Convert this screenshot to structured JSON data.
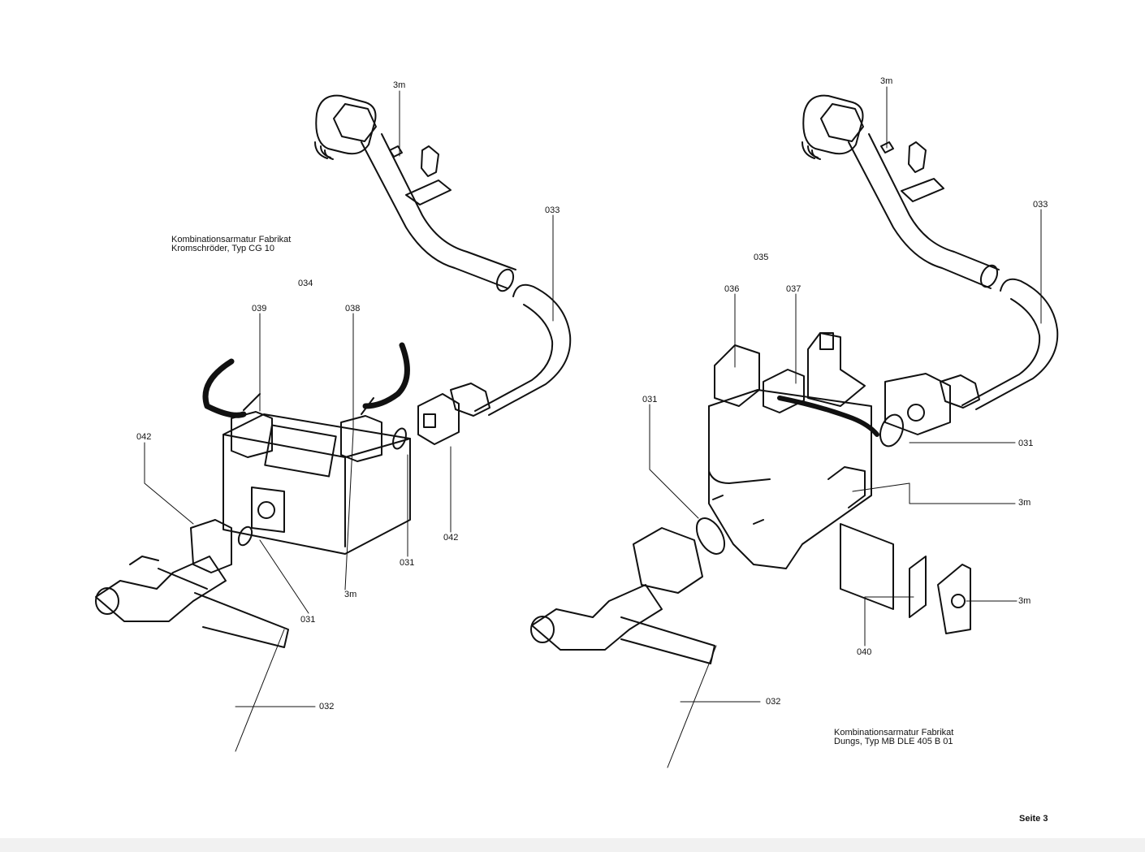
{
  "left_assembly": {
    "caption_line1": "Kombinationsarmatur Fabrikat",
    "caption_line2": "Kromschröder, Typ CG 10",
    "group_label": "034",
    "labels": {
      "top_3m": "3m",
      "l033": "033",
      "l039": "039",
      "l038": "038",
      "l042a": "042",
      "l042b": "042",
      "l031a": "031",
      "l031b": "031",
      "l3m_bottom": "3m",
      "l032": "032"
    }
  },
  "right_assembly": {
    "caption_line1": "Kombinationsarmatur Fabrikat",
    "caption_line2": "Dungs, Typ MB DLE 405 B 01",
    "group_label": "035",
    "labels": {
      "top_3m": "3m",
      "l033": "033",
      "l036": "036",
      "l037": "037",
      "l031a": "031",
      "l031b": "031",
      "l3m_mid": "3m",
      "l3m_low": "3m",
      "l040": "040",
      "l032": "032"
    }
  },
  "footer": {
    "page_label": "Seite 3"
  }
}
